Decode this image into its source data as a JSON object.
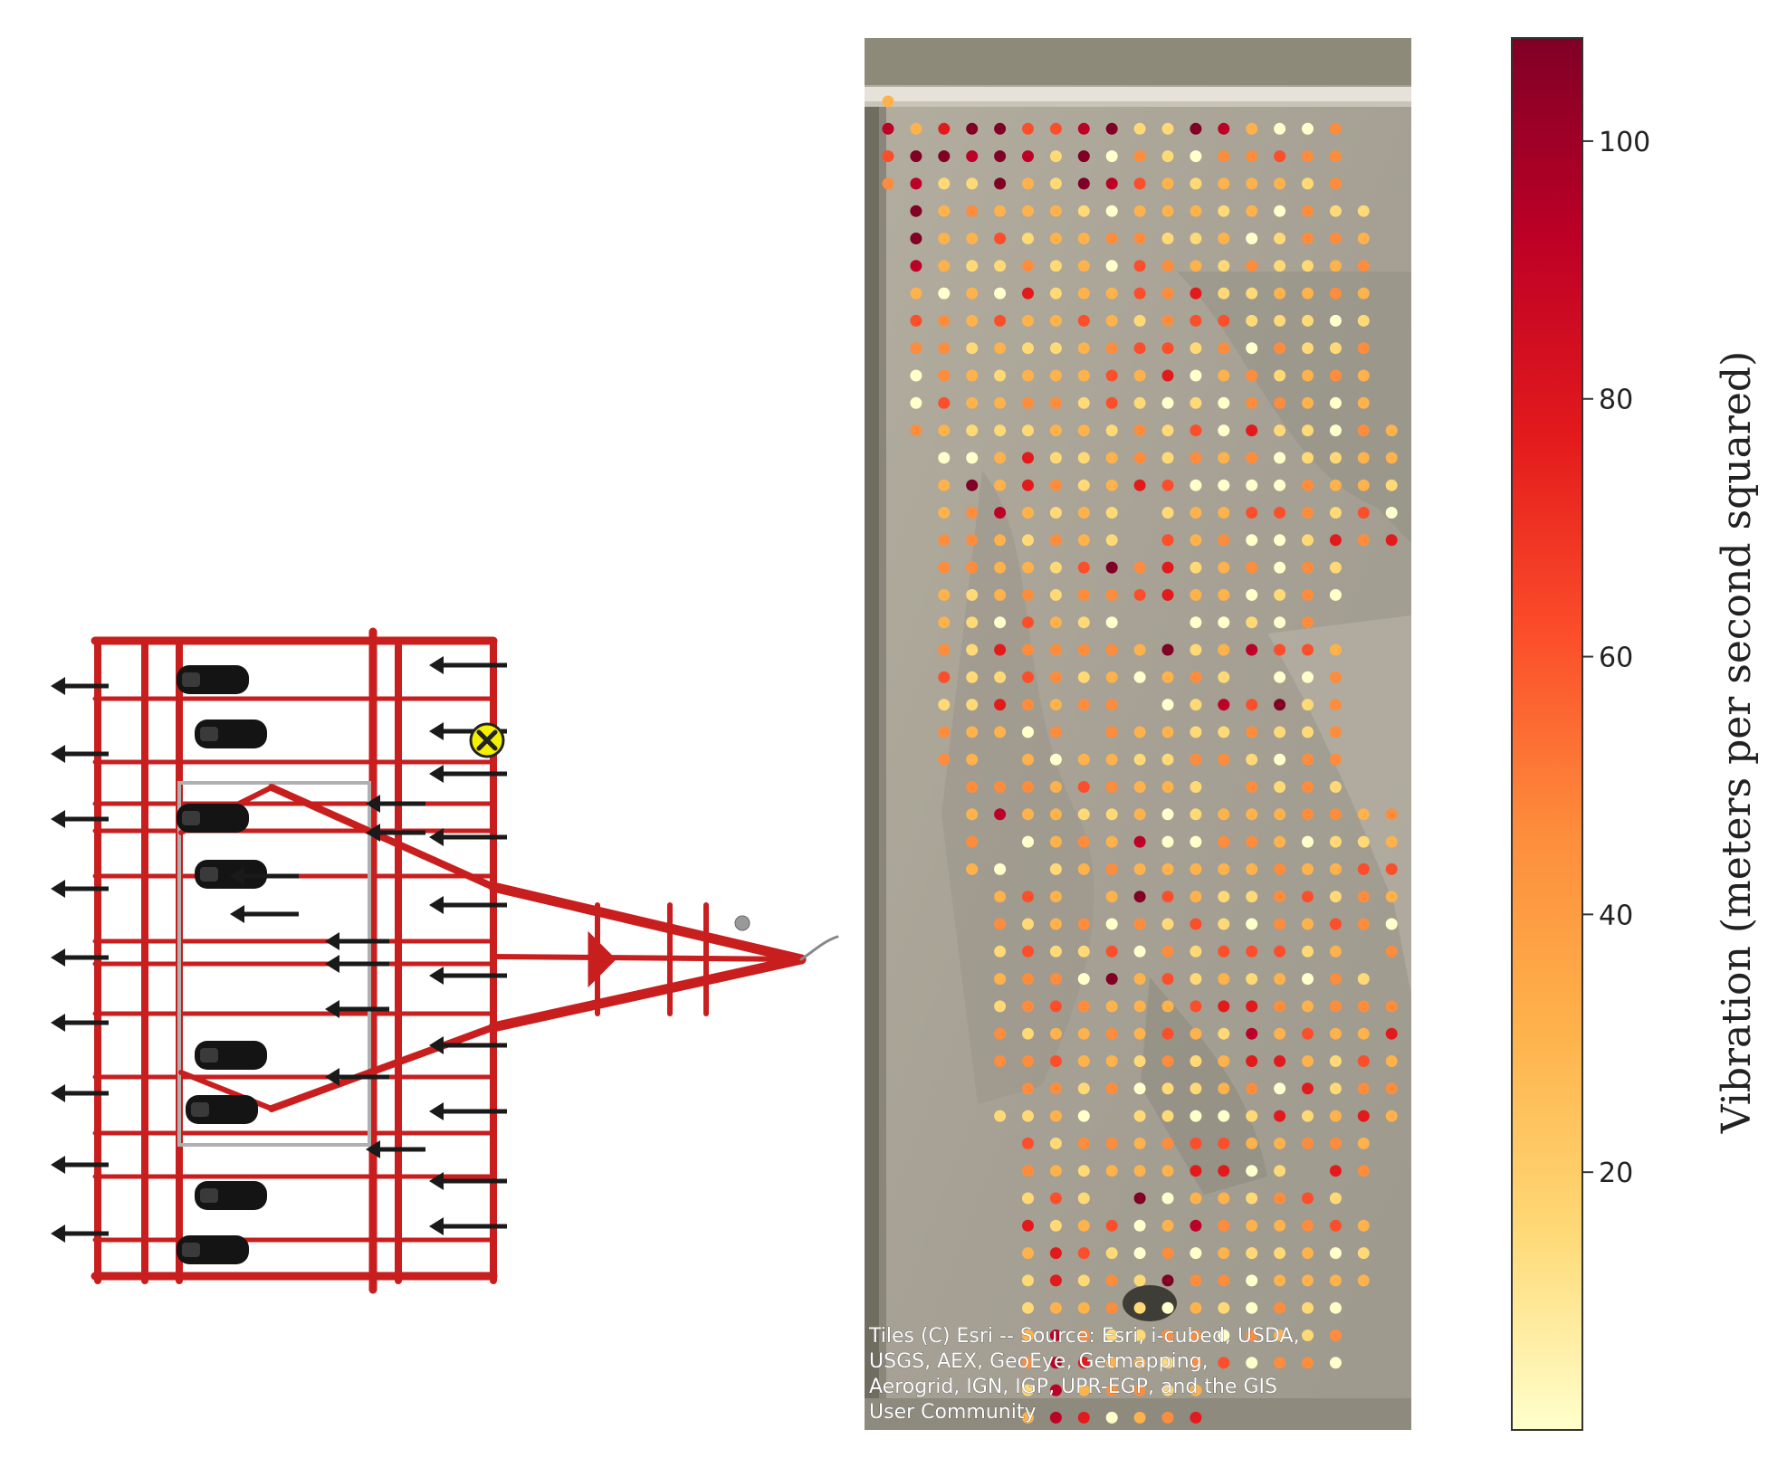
{
  "colors": {
    "frame": "#c81e1e",
    "frame_dark": "#8a1010",
    "tire": "#141414",
    "shank": "#1a1a1a",
    "sensor_marker_fill": "#f5f000",
    "map_base": "#a9a497",
    "colorscale": [
      "#ffffcc",
      "#fed976",
      "#feb24c",
      "#fd8d3c",
      "#fc4e2a",
      "#e31a1c",
      "#bd0026",
      "#800026"
    ]
  },
  "implement": {
    "name": "field-cultivator-diagram",
    "sensor_marker_icon": "x-marker-icon"
  },
  "map": {
    "attribution": [
      "Tiles (C) Esri -- Source: Esri, i-cubed, USDA,",
      "USGS, AEX, GeoEye, Getmapping,",
      "Aerogrid, IGN, IGP, UPR-EGP, and the GIS",
      "User Community"
    ]
  },
  "colorbar": {
    "label": "Vibration (meters per second squared)",
    "min": 0,
    "max": 108,
    "ticks": [
      20,
      40,
      60,
      80,
      100
    ]
  },
  "chart_data": {
    "type": "scatter",
    "description_source": "vibration readings at sampled field locations on satellite imagery",
    "colorbar_label": "Vibration (meters per second squared)",
    "value_range": [
      0,
      108
    ],
    "colorbar_ticks": [
      20,
      40,
      60,
      80,
      100
    ],
    "grid": false,
    "legend": "colorbar-right"
  }
}
